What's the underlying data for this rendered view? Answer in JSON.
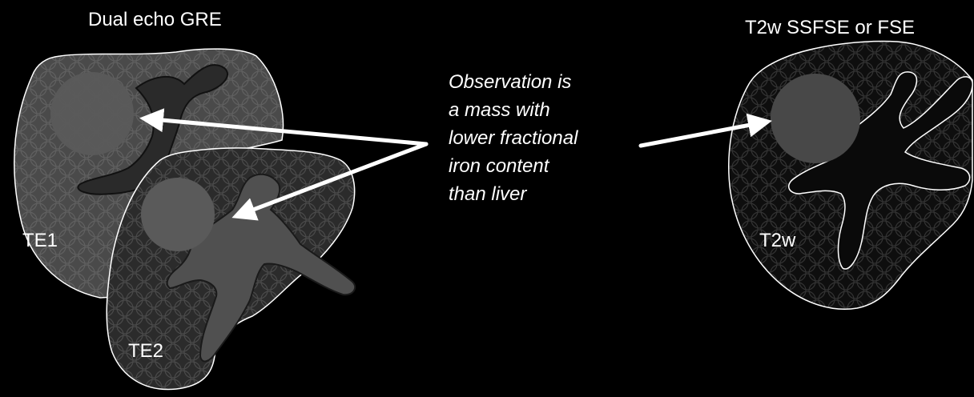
{
  "titles": {
    "left": "Dual echo GRE",
    "right": "T2w SSFSE or FSE"
  },
  "labels": {
    "te1": "TE1",
    "te2": "TE2",
    "t2w": "T2w"
  },
  "observation": {
    "lines": [
      "Observation is",
      "a mass with",
      "lower fractional",
      "iron content",
      "than liver"
    ]
  },
  "colors": {
    "background": "#000000",
    "liver_te1": "#4a4a4a",
    "liver_te2": "#2e2e2e",
    "liver_t2w": "#111111",
    "vessel_te1": "#2a2a2a",
    "vessel_te2": "#505050",
    "mass": "#5a5a5a",
    "outline": "#ffffff",
    "arrow": "#ffffff"
  }
}
